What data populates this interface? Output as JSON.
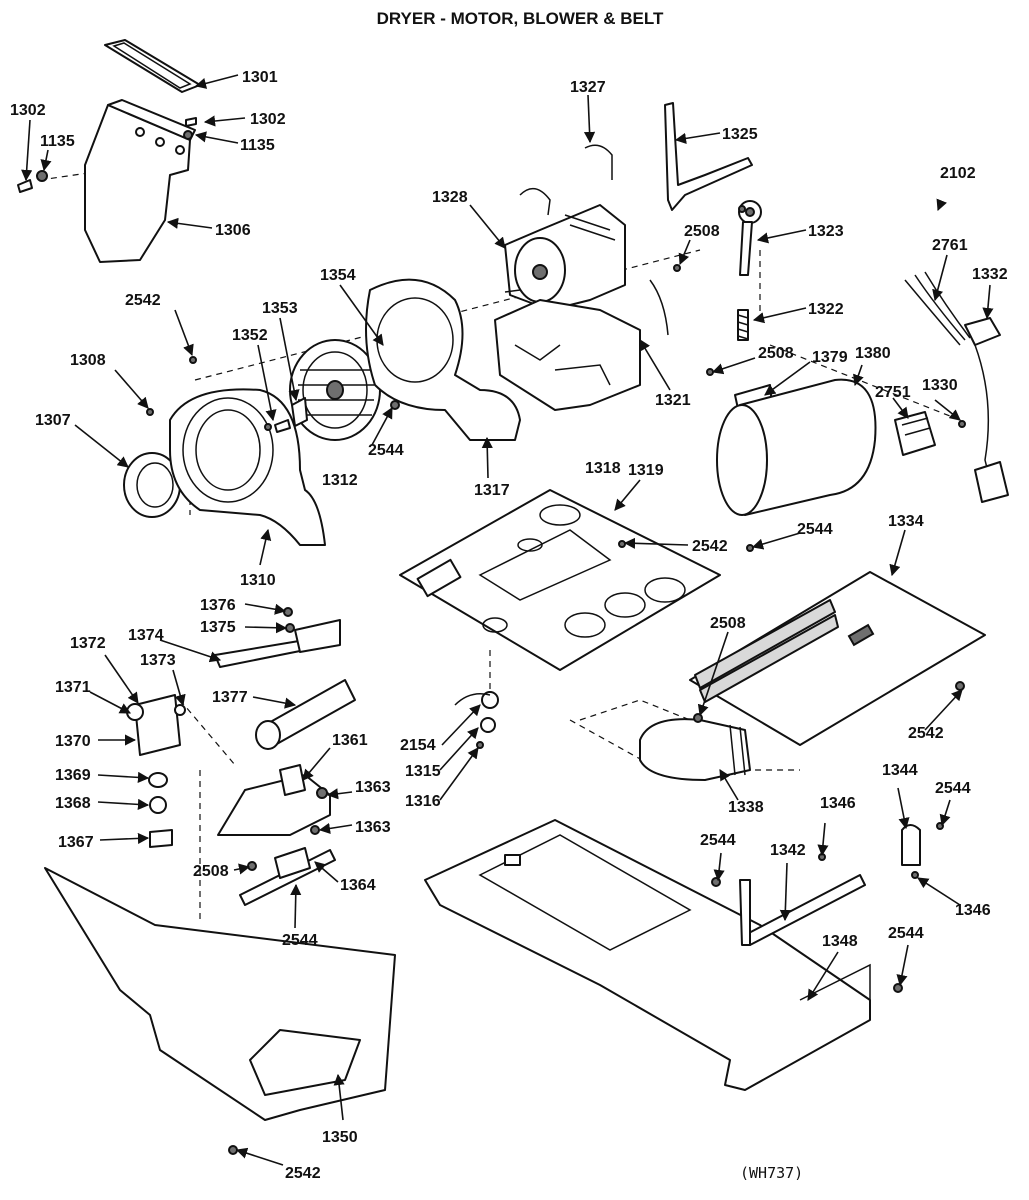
{
  "title": "DRYER - MOTOR, BLOWER & BELT",
  "code": "(WH737)",
  "labels": [
    {
      "id": "l1301",
      "text": "1301"
    },
    {
      "id": "l1302a",
      "text": "1302"
    },
    {
      "id": "l1302b",
      "text": "1302"
    },
    {
      "id": "l1135a",
      "text": "1135"
    },
    {
      "id": "l1135b",
      "text": "1135"
    },
    {
      "id": "l1306",
      "text": "1306"
    },
    {
      "id": "l1327",
      "text": "1327"
    },
    {
      "id": "l1325",
      "text": "1325"
    },
    {
      "id": "l1328",
      "text": "1328"
    },
    {
      "id": "l1323",
      "text": "1323"
    },
    {
      "id": "l2508a",
      "text": "2508"
    },
    {
      "id": "l2102",
      "text": "2102"
    },
    {
      "id": "l2761",
      "text": "2761"
    },
    {
      "id": "l1332",
      "text": "1332"
    },
    {
      "id": "l1354",
      "text": "1354"
    },
    {
      "id": "l1353",
      "text": "1353"
    },
    {
      "id": "l1352",
      "text": "1352"
    },
    {
      "id": "l2542a",
      "text": "2542"
    },
    {
      "id": "l1308",
      "text": "1308"
    },
    {
      "id": "l1307",
      "text": "1307"
    },
    {
      "id": "l1312",
      "text": "1312"
    },
    {
      "id": "l2544a",
      "text": "2544"
    },
    {
      "id": "l1317",
      "text": "1317"
    },
    {
      "id": "l1318",
      "text": "1318"
    },
    {
      "id": "l1321",
      "text": "1321"
    },
    {
      "id": "l1322",
      "text": "1322"
    },
    {
      "id": "l2508b",
      "text": "2508"
    },
    {
      "id": "l1379",
      "text": "1379"
    },
    {
      "id": "l1380",
      "text": "1380"
    },
    {
      "id": "l2751",
      "text": "2751"
    },
    {
      "id": "l1330",
      "text": "1330"
    },
    {
      "id": "l1310",
      "text": "1310"
    },
    {
      "id": "l1319",
      "text": "1319"
    },
    {
      "id": "l2542b",
      "text": "2542"
    },
    {
      "id": "l2544b",
      "text": "2544"
    },
    {
      "id": "l1334",
      "text": "1334"
    },
    {
      "id": "l1376",
      "text": "1376"
    },
    {
      "id": "l1375",
      "text": "1375"
    },
    {
      "id": "l1374",
      "text": "1374"
    },
    {
      "id": "l1372",
      "text": "1372"
    },
    {
      "id": "l1373",
      "text": "1373"
    },
    {
      "id": "l1371",
      "text": "1371"
    },
    {
      "id": "l1377",
      "text": "1377"
    },
    {
      "id": "l1370",
      "text": "1370"
    },
    {
      "id": "l1369",
      "text": "1369"
    },
    {
      "id": "l1368",
      "text": "1368"
    },
    {
      "id": "l1367",
      "text": "1367"
    },
    {
      "id": "l1361",
      "text": "1361"
    },
    {
      "id": "l1363a",
      "text": "1363"
    },
    {
      "id": "l1363b",
      "text": "1363"
    },
    {
      "id": "l2508c",
      "text": "2508"
    },
    {
      "id": "l1364",
      "text": "1364"
    },
    {
      "id": "l2544c",
      "text": "2544"
    },
    {
      "id": "l2154",
      "text": "2154"
    },
    {
      "id": "l1315",
      "text": "1315"
    },
    {
      "id": "l1316",
      "text": "1316"
    },
    {
      "id": "l2508d",
      "text": "2508"
    },
    {
      "id": "l1338",
      "text": "1338"
    },
    {
      "id": "l2542c",
      "text": "2542"
    },
    {
      "id": "l1344",
      "text": "1344"
    },
    {
      "id": "l2544d",
      "text": "2544"
    },
    {
      "id": "l1346a",
      "text": "1346"
    },
    {
      "id": "l1346b",
      "text": "1346"
    },
    {
      "id": "l2544e",
      "text": "2544"
    },
    {
      "id": "l1342",
      "text": "1342"
    },
    {
      "id": "l2544f",
      "text": "2544"
    },
    {
      "id": "l1348",
      "text": "1348"
    },
    {
      "id": "l1350",
      "text": "1350"
    },
    {
      "id": "l2542d",
      "text": "2542"
    }
  ]
}
